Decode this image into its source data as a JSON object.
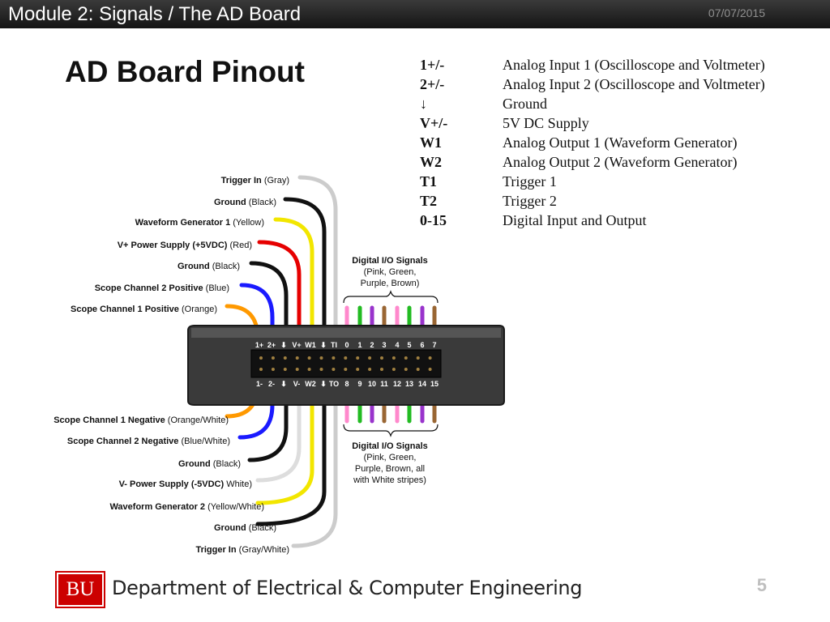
{
  "header": {
    "title": "Module 2: Signals / The AD Board",
    "date": "07/07/2015"
  },
  "slide_title": "AD Board Pinout",
  "legend": [
    {
      "code": "1+/-",
      "desc": "Analog Input 1 (Oscilloscope and Voltmeter)"
    },
    {
      "code": "2+/-",
      "desc": "Analog Input 2 (Oscilloscope and Voltmeter)"
    },
    {
      "code": "↓",
      "desc": "Ground"
    },
    {
      "code": "V+/-",
      "desc": "5V DC Supply"
    },
    {
      "code": "W1",
      "desc": "Analog Output 1 (Waveform Generator)"
    },
    {
      "code": "W2",
      "desc": "Analog Output 2 (Waveform Generator)"
    },
    {
      "code": "T1",
      "desc": "Trigger 1"
    },
    {
      "code": "T2",
      "desc": "Trigger 2"
    },
    {
      "code": "0-15",
      "desc": "Digital Input and Output"
    }
  ],
  "top_wires": [
    {
      "bold": "Trigger In",
      "color_name": "(Gray)",
      "color": "#cccccc"
    },
    {
      "bold": "Ground",
      "color_name": "(Black)",
      "color": "#111111"
    },
    {
      "bold": "Waveform Generator 1",
      "color_name": "(Yellow)",
      "color": "#f2e600"
    },
    {
      "bold": "V+ Power Supply (+5VDC)",
      "color_name": "(Red)",
      "color": "#e60000"
    },
    {
      "bold": "Ground",
      "color_name": "(Black)",
      "color": "#111111"
    },
    {
      "bold": "Scope Channel 2 Positive",
      "color_name": "(Blue)",
      "color": "#1a1aff"
    },
    {
      "bold": "Scope Channel 1 Positive",
      "color_name": "(Orange)",
      "color": "#ff9900"
    }
  ],
  "bottom_wires": [
    {
      "bold": "Scope Channel 1 Negative",
      "color_name": "(Orange/White)",
      "color": "#ff9900"
    },
    {
      "bold": "Scope Channel 2 Negative",
      "color_name": "(Blue/White)",
      "color": "#1a1aff"
    },
    {
      "bold": "Ground",
      "color_name": "(Black)",
      "color": "#111111"
    },
    {
      "bold": "V- Power Supply (-5VDC)",
      "color_name": "White)",
      "color": "#dddddd"
    },
    {
      "bold": "Waveform Generator 2",
      "color_name": "(Yellow/White)",
      "color": "#f2e600"
    },
    {
      "bold": "Ground",
      "color_name": "(Black)",
      "color": "#111111"
    },
    {
      "bold": "Trigger In",
      "color_name": "(Gray/White)",
      "color": "#cccccc"
    }
  ],
  "top_pins": [
    "1+",
    "2+",
    "⬇",
    "V+",
    "W1",
    "⬇",
    "TI",
    "0",
    "1",
    "2",
    "3",
    "4",
    "5",
    "6",
    "7"
  ],
  "bottom_pins": [
    "1-",
    "2-",
    "⬇",
    "V-",
    "W2",
    "⬇",
    "TO",
    "8",
    "9",
    "10",
    "11",
    "12",
    "13",
    "14",
    "15"
  ],
  "digital_top": {
    "title": "Digital I/O Signals",
    "lines": [
      "(Pink, Green,",
      "Purple, Brown)"
    ]
  },
  "digital_bottom": {
    "title": "Digital I/O Signals",
    "lines": [
      "(Pink, Green,",
      "Purple, Brown, all",
      "with White stripes)"
    ]
  },
  "digital_colors": [
    "#ff88cc",
    "#22bb22",
    "#9933cc",
    "#996633"
  ],
  "footer": {
    "logo": "BU",
    "department": "Department of Electrical & Computer Engineering",
    "page": "5"
  }
}
